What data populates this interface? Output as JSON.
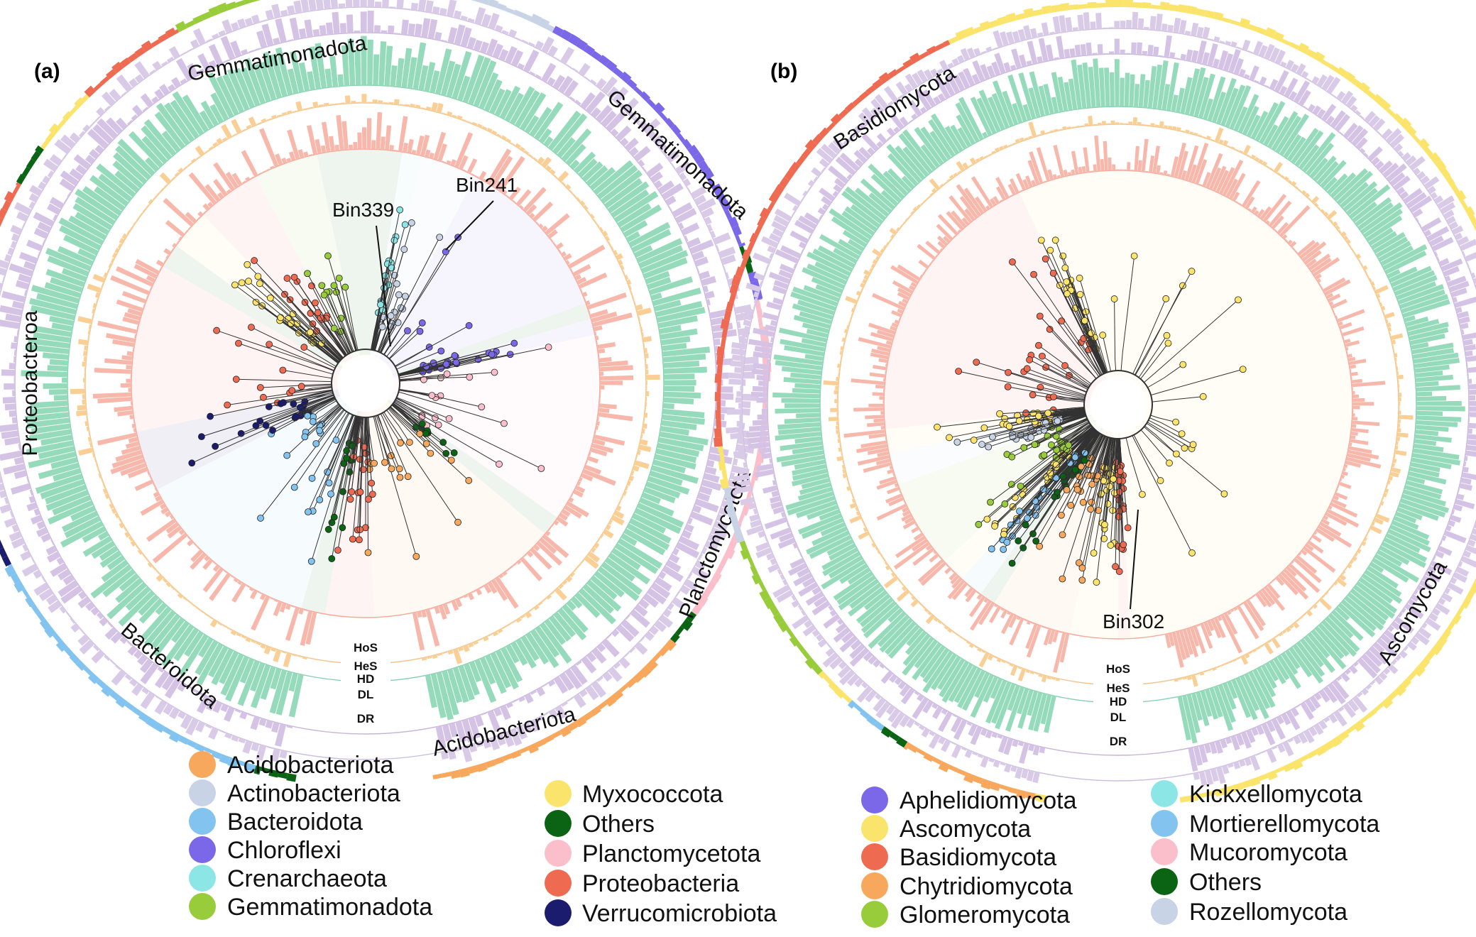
{
  "panels": [
    {
      "id": "a",
      "label": "(a)",
      "ring_labels": [
        "HoS",
        "HeS",
        "HD",
        "DL",
        "DR"
      ],
      "ring_colors": {
        "HoS": "#f7b2a6",
        "HeS": "#f9c98c",
        "HD": "#8fd5b3",
        "DL": "#cdb9dc",
        "DR": "#d3c4e2"
      },
      "clade_labels": [
        {
          "text": "Gemmatimonadota",
          "angle": -18
        },
        {
          "text": "Gemmatimonadota",
          "angle": 35
        },
        {
          "text": "Proteobacteroa",
          "angle": -90
        },
        {
          "text": "Planctomycetota",
          "angle": 112
        },
        {
          "text": "Bacteroidota",
          "angle": -140
        },
        {
          "text": "Acidobacteriota",
          "angle": 165
        }
      ],
      "bins": [
        {
          "name": "Bin339"
        },
        {
          "name": "Bin241"
        }
      ],
      "outer_ring_segments": [
        {
          "taxon": "Others",
          "from": -5,
          "to": 9
        },
        {
          "taxon": "Crenarchaeota",
          "from": 9,
          "to": 14
        },
        {
          "taxon": "Actinobacteriota",
          "from": 14,
          "to": 28
        },
        {
          "taxon": "Chloroflexi",
          "from": 28,
          "to": 70
        },
        {
          "taxon": "Others",
          "from": 70,
          "to": 74
        },
        {
          "taxon": "Chloroflexi",
          "from": 74,
          "to": 78
        },
        {
          "taxon": "Planctomycetota",
          "from": 78,
          "to": 125
        },
        {
          "taxon": "Others",
          "from": 125,
          "to": 130
        },
        {
          "taxon": "Acidobacteriota",
          "from": 130,
          "to": 178
        },
        {
          "taxon": "Proteobacteria",
          "from": 178,
          "to": 190
        },
        {
          "taxon": "Others",
          "from": 190,
          "to": 196
        },
        {
          "taxon": "Bacteroidota",
          "from": 196,
          "to": 243
        },
        {
          "taxon": "Verrucomicrobiota",
          "from": 243,
          "to": 258
        },
        {
          "taxon": "Proteobacteria",
          "from": 258,
          "to": 300
        },
        {
          "taxon": "Others",
          "from": 300,
          "to": 306
        },
        {
          "taxon": "Myxococcota",
          "from": 306,
          "to": 316
        },
        {
          "taxon": "Proteobacteria",
          "from": 316,
          "to": 332
        },
        {
          "taxon": "Gemmatimonadota",
          "from": 332,
          "to": 348
        },
        {
          "taxon": "Others",
          "from": 348,
          "to": 355
        }
      ],
      "legend_col1": [
        {
          "label": "Acidobacteriota",
          "color": "#f7a85c"
        },
        {
          "label": "Actinobacteriota",
          "color": "#c9d3e6"
        },
        {
          "label": "Bacteroidota",
          "color": "#82c3ef"
        },
        {
          "label": "Chloroflexi",
          "color": "#7b68e8"
        },
        {
          "label": "Crenarchaeota",
          "color": "#8de6e6"
        },
        {
          "label": "Gemmatimonadota",
          "color": "#98cc3a"
        }
      ],
      "legend_col2": [
        {
          "label": "Myxococcota",
          "color": "#fbe46b"
        },
        {
          "label": "Others",
          "color": "#0b6414"
        },
        {
          "label": "Planctomycetota",
          "color": "#fbbfcc"
        },
        {
          "label": "Proteobacteria",
          "color": "#ee6a50"
        },
        {
          "label": "Verrucomicrobiota",
          "color": "#1c1c6e"
        }
      ]
    },
    {
      "id": "b",
      "label": "(b)",
      "ring_labels": [
        "HoS",
        "HeS",
        "HD",
        "DL",
        "DR"
      ],
      "clade_labels": [
        {
          "text": "Basidiomycota",
          "angle": -35
        },
        {
          "text": "Ascomycota",
          "angle": 120
        }
      ],
      "bins": [
        {
          "name": "Bin302"
        }
      ],
      "outer_ring_segments": [
        {
          "taxon": "Ascomycota",
          "from": -20,
          "to": 177
        },
        {
          "taxon": "Basidiomycota",
          "from": 177,
          "to": 180
        },
        {
          "taxon": "Ascomycota",
          "from": 180,
          "to": 192
        },
        {
          "taxon": "Chytridiomycota",
          "from": 192,
          "to": 212
        },
        {
          "taxon": "Others",
          "from": 212,
          "to": 216
        },
        {
          "taxon": "Mortierellomycota",
          "from": 216,
          "to": 222
        },
        {
          "taxon": "Ascomycota",
          "from": 222,
          "to": 228
        },
        {
          "taxon": "Glomeromycota",
          "from": 228,
          "to": 250
        },
        {
          "taxon": "Rozellomycota",
          "from": 250,
          "to": 258
        },
        {
          "taxon": "Ascomycota",
          "from": 258,
          "to": 264
        },
        {
          "taxon": "Basidiomycota",
          "from": 264,
          "to": 335
        },
        {
          "taxon": "Ascomycota",
          "from": 335,
          "to": 340
        }
      ],
      "legend_col1": [
        {
          "label": "Aphelidiomycota",
          "color": "#7b68e8"
        },
        {
          "label": "Ascomycota",
          "color": "#fbe46b"
        },
        {
          "label": "Basidiomycota",
          "color": "#ee6a50"
        },
        {
          "label": "Chytridiomycota",
          "color": "#f7a85c"
        },
        {
          "label": "Glomeromycota",
          "color": "#98cc3a"
        }
      ],
      "legend_col2": [
        {
          "label": "Kickxellomycota",
          "color": "#8de6e6"
        },
        {
          "label": "Mortierellomycota",
          "color": "#82c3ef"
        },
        {
          "label": "Mucoromycota",
          "color": "#fbbfcc"
        },
        {
          "label": "Others",
          "color": "#0b6414"
        },
        {
          "label": "Rozellomycota",
          "color": "#c9d3e6"
        }
      ]
    }
  ],
  "taxon_colors": {
    "Acidobacteriota": "#f7a85c",
    "Actinobacteriota": "#c9d3e6",
    "Bacteroidota": "#82c3ef",
    "Chloroflexi": "#7b68e8",
    "Crenarchaeota": "#8de6e6",
    "Gemmatimonadota": "#98cc3a",
    "Myxococcota": "#fbe46b",
    "Others": "#0b6414",
    "Planctomycetota": "#fbbfcc",
    "Proteobacteria": "#ee6a50",
    "Verrucomicrobiota": "#1c1c6e",
    "Aphelidiomycota": "#7b68e8",
    "Ascomycota": "#fbe46b",
    "Basidiomycota": "#ee6a50",
    "Chytridiomycota": "#f7a85c",
    "Glomeromycota": "#98cc3a",
    "Kickxellomycota": "#8de6e6",
    "Mortierellomycota": "#82c3ef",
    "Mucoromycota": "#fbbfcc",
    "Rozellomycota": "#c9d3e6"
  }
}
